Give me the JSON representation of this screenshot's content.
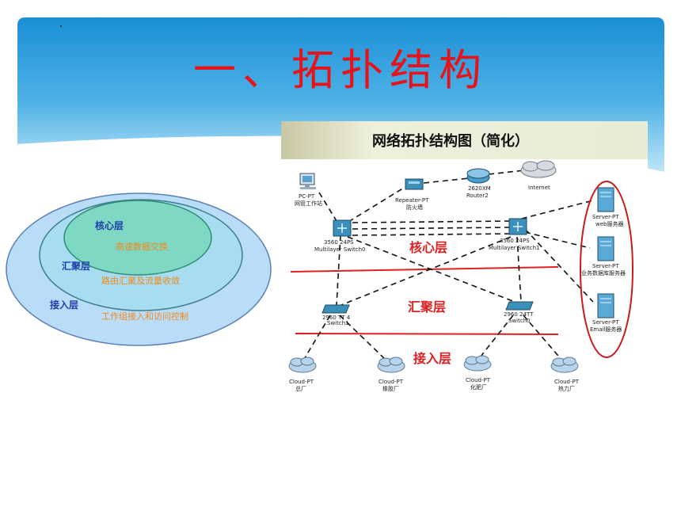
{
  "slide": {
    "title": "一、拓扑结构"
  },
  "layers_diagram": {
    "core": {
      "label": "核心层",
      "desc": "高速数据交换"
    },
    "aggregation": {
      "label": "汇聚层",
      "desc": "路由汇聚及流量收敛"
    },
    "access": {
      "label": "接入层",
      "desc": "工作组接入和访问控制"
    }
  },
  "topology": {
    "title": "网络拓扑结构图（简化）",
    "layer_labels": {
      "core": "核心层",
      "aggregation": "汇聚层",
      "access": "接入层"
    },
    "devices": {
      "pc": {
        "type": "PC-PT",
        "name": "网管工作站"
      },
      "repeater": {
        "type": "Repeater-PT",
        "name": "防火墙"
      },
      "router": {
        "type": "2620XM",
        "name": "Router2"
      },
      "internet": {
        "name": "Internet"
      },
      "core_switch0": {
        "type": "3560 24PS",
        "name": "Multilayer Switch0"
      },
      "core_switch1": {
        "type": "3560 24PS",
        "name": "Multilayer Switch1"
      },
      "switch1": {
        "type": "2960 TT 4",
        "name": "Switch1"
      },
      "switch0": {
        "type": "2960 24TT",
        "name": "Switch0"
      },
      "server_web": {
        "type": "Server-PT",
        "name": "web服务器"
      },
      "server_db": {
        "type": "Server-PT",
        "name": "业务数据库服务器"
      },
      "server_email": {
        "type": "Server-PT",
        "name": "Email服务器"
      },
      "cloud1": {
        "type": "Cloud-PT",
        "name": "总厂"
      },
      "cloud2": {
        "type": "Cloud-PT",
        "name": "橡胶厂"
      },
      "cloud3": {
        "type": "Cloud-PT",
        "name": "化肥厂"
      },
      "cloud4": {
        "type": "Cloud-PT",
        "name": "热力厂"
      }
    }
  },
  "colors": {
    "title_red": "#e8131a",
    "sky_top": "#1b8fd6",
    "sky_bottom": "#bfe6f8",
    "core_green": "#7ed8c4",
    "aggregation_blue": "#a8dcf0",
    "access_blue": "#b9dcf8",
    "label_blue": "#1f3fa8",
    "desc_orange": "#f28a1a",
    "layer_red": "#e02020",
    "server_ring": "#cc1a1a"
  }
}
